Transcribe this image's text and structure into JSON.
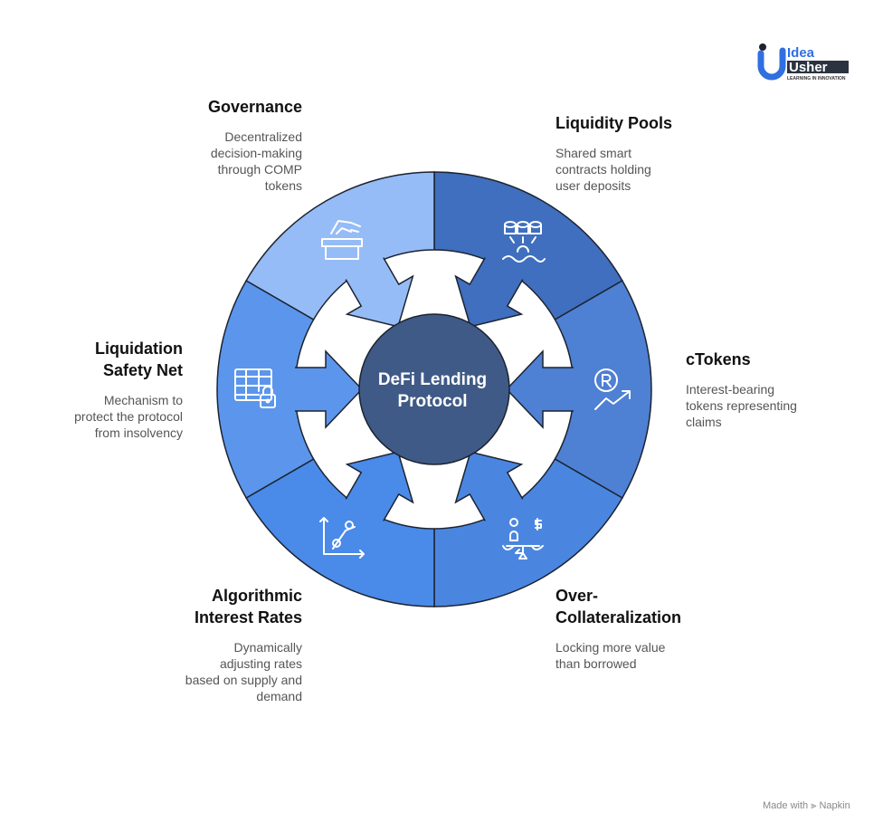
{
  "center": {
    "line1": "DeFi Lending",
    "line2": "Protocol",
    "color": "#3f5a86"
  },
  "segments": [
    {
      "id": "liquidity-pools",
      "title": [
        "Liquidity Pools"
      ],
      "desc": [
        "Shared smart",
        "contracts holding",
        "user deposits"
      ],
      "color": "#3f6fbe",
      "icon": "database-pool-icon"
    },
    {
      "id": "ctokens",
      "title": [
        "cTokens"
      ],
      "desc": [
        "Interest-bearing",
        "tokens representing",
        "claims"
      ],
      "color": "#4e80d3",
      "icon": "token-growth-icon"
    },
    {
      "id": "over-collateralization",
      "title": [
        "Over-",
        "Collateralization"
      ],
      "desc": [
        "Locking more value",
        "than borrowed"
      ],
      "color": "#4a86e0",
      "icon": "balance-scale-icon"
    },
    {
      "id": "algorithmic-interest-rates",
      "title": [
        "Algorithmic",
        "Interest Rates"
      ],
      "desc": [
        "Dynamically",
        "adjusting rates",
        "based on supply and",
        "demand"
      ],
      "color": "#4a8ae8",
      "icon": "line-chart-icon"
    },
    {
      "id": "liquidation-safety-net",
      "title": [
        "Liquidation",
        "Safety Net"
      ],
      "desc": [
        "Mechanism to",
        "protect the protocol",
        "from insolvency"
      ],
      "color": "#5b96ec",
      "icon": "table-lock-icon"
    },
    {
      "id": "governance",
      "title": [
        "Governance"
      ],
      "desc": [
        "Decentralized",
        "decision-making",
        "through COMP",
        "tokens"
      ],
      "color": "#95bcf6",
      "icon": "ballot-box-icon"
    }
  ],
  "logo": {
    "line1": "Idea",
    "line2": "Usher",
    "tagline": "LEARNING IN INNOVATION"
  },
  "footer": {
    "made_with": "Made with",
    "brand": "Napkin"
  }
}
